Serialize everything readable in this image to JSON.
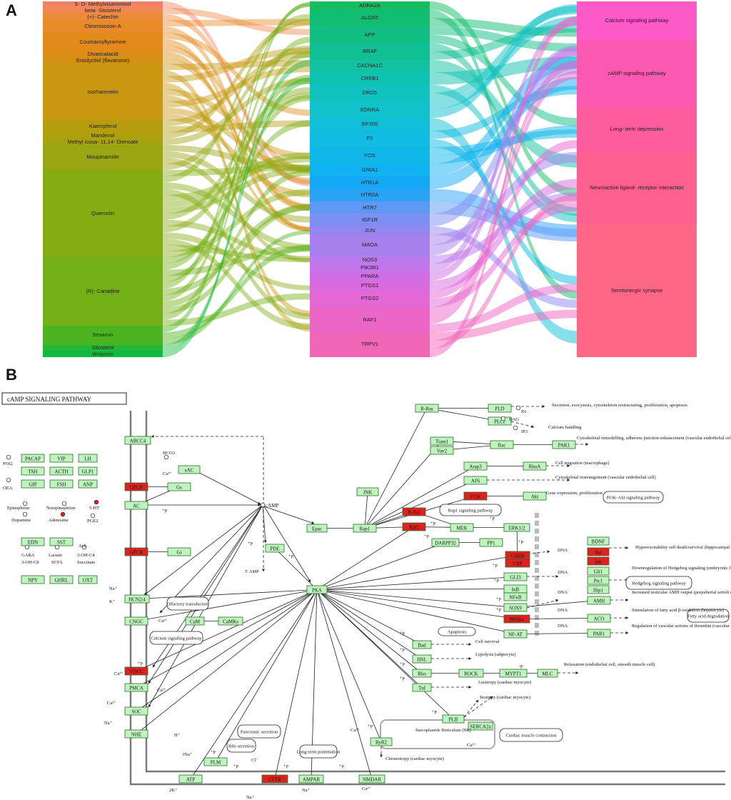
{
  "panel_a": {
    "letter": "A",
    "compounds": [
      {
        "label": "5- O- Methylvisamminol",
        "weight": 1,
        "color": "#f28163"
      },
      {
        "label": "beta- Sitosterol",
        "weight": 1,
        "color": "#ee8a4e"
      },
      {
        "label": "(+)- Catechin",
        "weight": 1,
        "color": "#ec8a3a"
      },
      {
        "label": "Cleomiscosin A",
        "weight": 2,
        "color": "#e88a28"
      },
      {
        "label": "Coumaroyltyramine",
        "weight": 3,
        "color": "#e28b1a"
      },
      {
        "label": "Divaricatacid",
        "weight": 1,
        "color": "#d98d14"
      },
      {
        "label": "Eriodyctiol (flavanone)",
        "weight": 1,
        "color": "#d49012"
      },
      {
        "label": "Isorhamnetin",
        "weight": 9,
        "color": "#c99710"
      },
      {
        "label": "Kaempferol",
        "weight": 2,
        "color": "#b69d0e"
      },
      {
        "label": "Mandenol",
        "weight": 1,
        "color": "#aea00e"
      },
      {
        "label": "Methyl icosa- 11,14- Dienoate",
        "weight": 1,
        "color": "#a6a210"
      },
      {
        "label": "Moupinamide",
        "weight": 4,
        "color": "#99a512"
      },
      {
        "label": "Quercetin",
        "weight": 14,
        "color": "#86ac14"
      },
      {
        "label": "(R)- Canadine",
        "weight": 11,
        "color": "#72b016"
      },
      {
        "label": "Sesamin",
        "weight": 3,
        "color": "#4cb41e"
      },
      {
        "label": "Sitosterol",
        "weight": 1,
        "color": "#22b736"
      },
      {
        "label": "Wogonin",
        "weight": 1,
        "color": "#0fbb3e"
      }
    ],
    "targets": [
      {
        "label": "ADRA2A",
        "weight": 1,
        "color": "#14be60"
      },
      {
        "label": "ALOX5",
        "weight": 2,
        "color": "#10bd72"
      },
      {
        "label": "APP",
        "weight": 2,
        "color": "#10be84"
      },
      {
        "label": "BRAF",
        "weight": 2,
        "color": "#10c094"
      },
      {
        "label": "CACNA1C",
        "weight": 1.5,
        "color": "#10c2a2"
      },
      {
        "label": "CREB1",
        "weight": 1.5,
        "color": "#10c2b2"
      },
      {
        "label": "DRD5",
        "weight": 2,
        "color": "#10c3c0"
      },
      {
        "label": "EDNRA",
        "weight": 2,
        "color": "#10c2cc"
      },
      {
        "label": "EP300",
        "weight": 1.5,
        "color": "#10bfd8"
      },
      {
        "label": "F2",
        "weight": 2,
        "color": "#10bce2"
      },
      {
        "label": "FOS",
        "weight": 2,
        "color": "#10b8ea"
      },
      {
        "label": "GRIA1",
        "weight": 1.5,
        "color": "#10b2f2"
      },
      {
        "label": "HTR1A",
        "weight": 1.5,
        "color": "#12aaf6"
      },
      {
        "label": "HTR2A",
        "weight": 1.5,
        "color": "#2aa2f6"
      },
      {
        "label": "HTR7",
        "weight": 1.5,
        "color": "#5c98f4"
      },
      {
        "label": "IGF1R",
        "weight": 1.5,
        "color": "#7c8ff2"
      },
      {
        "label": "JUN",
        "weight": 1,
        "color": "#9287f0"
      },
      {
        "label": "MAOA",
        "weight": 2.5,
        "color": "#a880ee"
      },
      {
        "label": "NOS3",
        "weight": 1,
        "color": "#b87aec"
      },
      {
        "label": "PIK3R1",
        "weight": 1,
        "color": "#c674ea"
      },
      {
        "label": "PPARA",
        "weight": 1,
        "color": "#d06ee6"
      },
      {
        "label": "PTGS1",
        "weight": 1.2,
        "color": "#da6ae0"
      },
      {
        "label": "PTGS2",
        "weight": 2,
        "color": "#e468d6"
      },
      {
        "label": "RAF1",
        "weight": 3,
        "color": "#ec66c8"
      },
      {
        "label": "TRPV1",
        "weight": 3,
        "color": "#f266b8"
      }
    ],
    "pathways": [
      {
        "label": "Calcium signaling pathway",
        "weight": 3.5,
        "color": "#fb59c6"
      },
      {
        "label": "cAMP signaling pathway",
        "weight": 6,
        "color": "#fc5ab0"
      },
      {
        "label": "Long- term depression",
        "weight": 4,
        "color": "#fd5d9c"
      },
      {
        "label": "Neuroactive ligand- receptor interaction",
        "weight": 6.5,
        "color": "#fe6190"
      },
      {
        "label": "Serotonergic synapse",
        "weight": 12,
        "color": "#ff6786"
      }
    ]
  },
  "panel_b": {
    "letter": "B",
    "title": "cAMP SIGNALING PATHWAY",
    "nodes": [
      {
        "id": "ABCC4",
        "label": "ABCC4"
      },
      {
        "id": "PACAP",
        "label": "PACAP"
      },
      {
        "id": "VIP",
        "label": "VIP"
      },
      {
        "id": "LH",
        "label": "LH"
      },
      {
        "id": "TSH",
        "label": "TSH"
      },
      {
        "id": "ACTH",
        "label": "ACTH"
      },
      {
        "id": "GLP1",
        "label": "GLP1"
      },
      {
        "id": "GIP",
        "label": "GIP"
      },
      {
        "id": "FSH",
        "label": "FSH"
      },
      {
        "id": "ANP",
        "label": "ANP"
      },
      {
        "id": "GPCR1",
        "label": "GPCR",
        "hit": true
      },
      {
        "id": "Gs",
        "label": "Gs"
      },
      {
        "id": "sAC",
        "label": "sAC"
      },
      {
        "id": "AC",
        "label": "AC"
      },
      {
        "id": "EDN",
        "label": "EDN"
      },
      {
        "id": "SST",
        "label": "SST"
      },
      {
        "id": "NPY",
        "label": "NPY"
      },
      {
        "id": "GHRL",
        "label": "GHRL"
      },
      {
        "id": "OXT",
        "label": "OXT"
      },
      {
        "id": "GPCR2",
        "label": "GPCR",
        "hit": true
      },
      {
        "id": "Gi",
        "label": "Gi"
      },
      {
        "id": "PDE",
        "label": "PDE"
      },
      {
        "id": "PKA",
        "label": "PKA"
      },
      {
        "id": "Epac",
        "label": "Epac"
      },
      {
        "id": "Rap1",
        "label": "Rap1"
      },
      {
        "id": "JNK",
        "label": "JNK"
      },
      {
        "id": "RRas",
        "label": "R-Ras"
      },
      {
        "id": "PLD",
        "label": "PLD"
      },
      {
        "id": "PLCe",
        "label": "PLCε"
      },
      {
        "id": "Tiam1",
        "label": "Tiam1"
      },
      {
        "id": "Vav2",
        "label": "Vav2"
      },
      {
        "id": "Rac",
        "label": "Rac"
      },
      {
        "id": "PAK1",
        "label": "PAK1"
      },
      {
        "id": "Arap3",
        "label": "Arap3"
      },
      {
        "id": "RhoA",
        "label": "RhoA"
      },
      {
        "id": "AF6",
        "label": "AF6"
      },
      {
        "id": "PI3K",
        "label": "PI3K",
        "hit": true
      },
      {
        "id": "Akt",
        "label": "Akt"
      },
      {
        "id": "BRaf",
        "label": "B-Raf",
        "hit": true
      },
      {
        "id": "Raf1",
        "label": "Raf1",
        "hit": true
      },
      {
        "id": "MEK",
        "label": "MEK"
      },
      {
        "id": "ERK",
        "label": "ERK1/2"
      },
      {
        "id": "DARPP32",
        "label": "DARPP32"
      },
      {
        "id": "PP1",
        "label": "PP1"
      },
      {
        "id": "CREB",
        "label": "CREB",
        "hit": true
      },
      {
        "id": "CBP",
        "label": "CBP",
        "hit": true
      },
      {
        "id": "BDNF",
        "label": "BDNF"
      },
      {
        "id": "fos",
        "label": "fos",
        "hit": true
      },
      {
        "id": "jun",
        "label": "jun",
        "hit": true
      },
      {
        "id": "GLI3",
        "label": "GLI3"
      },
      {
        "id": "Gli1",
        "label": "Gli1"
      },
      {
        "id": "Ptc1",
        "label": "Ptc1"
      },
      {
        "id": "Hip1",
        "label": "Hip1"
      },
      {
        "id": "IkB",
        "label": "IκB"
      },
      {
        "id": "NFkB",
        "label": "NFκB"
      },
      {
        "id": "SOX9",
        "label": "SOX9"
      },
      {
        "id": "AMH",
        "label": "AMH"
      },
      {
        "id": "PPARa",
        "label": "PPARα",
        "hit": true
      },
      {
        "id": "ACO",
        "label": "ACO"
      },
      {
        "id": "NFAT",
        "label": "NF-AT"
      },
      {
        "id": "PAR1",
        "label": "PAR1"
      },
      {
        "id": "HCN24",
        "label": "HCN2/4"
      },
      {
        "id": "CNGC",
        "label": "CNGC"
      },
      {
        "id": "CaM",
        "label": "CaM"
      },
      {
        "id": "CaMKs",
        "label": "CaMKs"
      },
      {
        "id": "VDCC",
        "label": "VDCC",
        "hit": true
      },
      {
        "id": "PMCA",
        "label": "PMCA"
      },
      {
        "id": "SOC",
        "label": "SOC"
      },
      {
        "id": "NHE",
        "label": "NHE"
      },
      {
        "id": "Bad",
        "label": "Bad"
      },
      {
        "id": "HSL",
        "label": "HSL"
      },
      {
        "id": "Rho",
        "label": "Rho"
      },
      {
        "id": "ROCK",
        "label": "ROCK"
      },
      {
        "id": "MYPT1",
        "label": "MYPT1"
      },
      {
        "id": "MLC",
        "label": "MLC"
      },
      {
        "id": "TnI",
        "label": "TnI"
      },
      {
        "id": "PLB",
        "label": "PLB"
      },
      {
        "id": "SERCA2a",
        "label": "SERCA2a"
      },
      {
        "id": "RyR2",
        "label": "RyR2"
      },
      {
        "id": "ATP",
        "label": "ATP"
      },
      {
        "id": "PLM",
        "label": "PLM"
      },
      {
        "id": "CFTR",
        "label": "CFTR",
        "hit": true
      },
      {
        "id": "AMPAR",
        "label": "AMPAR"
      },
      {
        "id": "NMDAR",
        "label": "NMDAR"
      }
    ],
    "boxes": [
      {
        "id": "rap1_path",
        "label": "Rap1 signaling pathway"
      },
      {
        "id": "pi3k_path",
        "label": "PI3K-Akt signaling pathway"
      },
      {
        "id": "olfactory",
        "label": "Olfactory transduction"
      },
      {
        "id": "calcium_path",
        "label": "Calcium signaling pathway"
      },
      {
        "id": "apoptosis",
        "label": "Apoptosis"
      },
      {
        "id": "hedgehog",
        "label": "Hedgehog signaling pathway"
      },
      {
        "id": "fatty",
        "label": "Fatty acid degradation"
      },
      {
        "id": "pancreatic",
        "label": "Pancreatic secretion"
      },
      {
        "id": "bile",
        "label": "Bile secretion"
      },
      {
        "id": "ltp",
        "label": "Long-term potentiation"
      },
      {
        "id": "cardiac",
        "label": "Cardiac muscle contraction"
      }
    ],
    "ligands": {
      "poi2": "POI2",
      "oea": "OEA",
      "epinephrine": "Epinephrine",
      "norepinephrine": "Norepinephrine",
      "ht": "5-HT",
      "dopamine": "Dopamine",
      "adenosine": "Adenosine",
      "pge2": "PGE2",
      "ach": "Ach",
      "gaba": "GABA",
      "lactate": "Lactate",
      "ohc4": "3-OH-C4",
      "ohc8": "3-OH-C8",
      "scfa": "SCFA",
      "succinate": "Succinate",
      "hco3": "HCO3",
      "camp": "cAMP",
      "amp": "5' AMP",
      "dna": "DNA",
      "pa": "PA",
      "dag": "DAG",
      "ip3": "IP3",
      "ca": "Ca²⁺",
      "na": "Na⁺",
      "k": "K⁺",
      "h": "H⁺",
      "cl": "Cl⁻",
      "sr": "Sarcoplasmic Reticulum (SR)",
      "p": "+p",
      "na3": "3Na⁺",
      "k2": "2K⁺",
      "mp": "-p"
    },
    "outcomes": {
      "secretion": "Secretion, exocytosis, cytoskeleton restructuring, proliferation, apoptosis",
      "calcium_handling": "Calcium handling",
      "cytoskeletal1": "Cytoskeletal remodelling, adherens junction enhancement (vascular endothelial cell)",
      "migration": "Cell migration (macrophage)",
      "cytoskeletal2": "Cytoskeletal rearrangement (vascular endothelial cell)",
      "gene_expr": "Gene expression, proliferation",
      "hyper": "Hyperexcitability cell death/survival (hippocampal neuron)",
      "downreg": "Downregulation of Hedgehog signaling (embryonic fibroblast)",
      "amh": "Increased testicular AMH output (prepubertal sertoli cell)",
      "fatty_ox": "Stimulation of fatty acid β-oxidation (hepatocyte)",
      "thrombin": "Regulation of vascular actions of thrombin (vascular smooth muscle cell)",
      "survival": "Cell survival",
      "lipolysis": "Lypolysis (adipocyte)",
      "relaxation": "Relaxation (endothelial cell, smooth muscle cell)",
      "lusitropy": "Lusitropy (cardiac myocyte)",
      "inotropy": "Inotropy (cardiac myocyte)",
      "chronotropy": "Chronotropy (cardiac myocyte)"
    }
  }
}
